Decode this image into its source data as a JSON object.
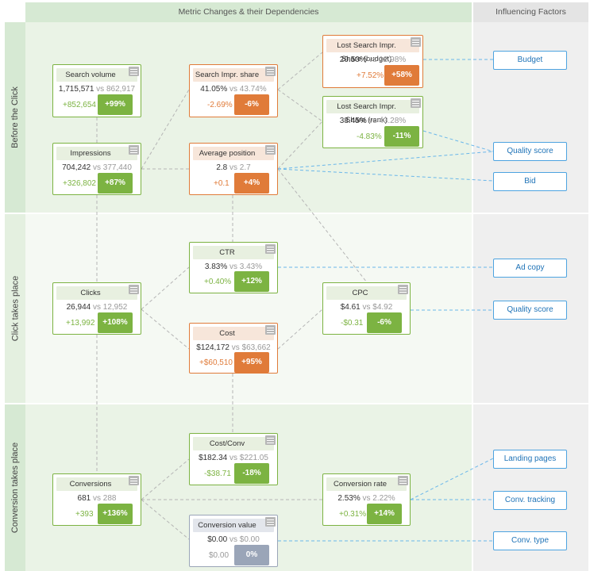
{
  "header": {
    "main_title": "Metric Changes & their Dependencies",
    "factors_title": "Influencing Factors"
  },
  "sections": {
    "before": "Before the Click",
    "click": "Click takes place",
    "conversion": "Conversion takes place"
  },
  "colors": {
    "positive": "#7cb342",
    "negative": "#e07b39",
    "neutral": "#9aa5b8",
    "factor": "#4da3e0"
  },
  "metrics": {
    "search_volume": {
      "title": "Search volume",
      "current": "1,715,571",
      "vs": "vs",
      "previous": "862,917",
      "delta": "+852,654",
      "pct": "+99%"
    },
    "impressions": {
      "title": "Impressions",
      "current": "704,242",
      "vs": "vs",
      "previous": "377,440",
      "delta": "+326,802",
      "pct": "+87%"
    },
    "search_impr_share": {
      "title": "Search Impr. share",
      "current": "41.05%",
      "vs": "vs",
      "previous": "43.74%",
      "delta": "-2.69%",
      "pct": "-6%"
    },
    "average_position": {
      "title": "Average position",
      "current": "2.8",
      "vs": "vs",
      "previous": "2.7",
      "delta": "+0.1",
      "pct": "+4%"
    },
    "lost_budget": {
      "title": "Lost Search Impr. Share (budget)",
      "current": "20.50%",
      "vs": "vs",
      "previous": "12.98%",
      "delta": "+7.52%",
      "pct": "+58%"
    },
    "lost_rank": {
      "title": "Lost Search Impr. Share (rank)",
      "current": "38.45%",
      "vs": "vs",
      "previous": "43.28%",
      "delta": "-4.83%",
      "pct": "-11%"
    },
    "clicks": {
      "title": "Clicks",
      "current": "26,944",
      "vs": "vs",
      "previous": "12,952",
      "delta": "+13,992",
      "pct": "+108%"
    },
    "ctr": {
      "title": "CTR",
      "current": "3.83%",
      "vs": "vs",
      "previous": "3.43%",
      "delta": "+0.40%",
      "pct": "+12%"
    },
    "cost": {
      "title": "Cost",
      "current": "$124,172",
      "vs": "vs",
      "previous": "$63,662",
      "delta": "+$60,510",
      "pct": "+95%"
    },
    "cpc": {
      "title": "CPC",
      "current": "$4.61",
      "vs": "vs",
      "previous": "$4.92",
      "delta": "-$0.31",
      "pct": "-6%"
    },
    "cost_conv": {
      "title": "Cost/Conv",
      "current": "$182.34",
      "vs": "vs",
      "previous": "$221.05",
      "delta": "-$38.71",
      "pct": "-18%"
    },
    "conversions": {
      "title": "Conversions",
      "current": "681",
      "vs": "vs",
      "previous": "288",
      "delta": "+393",
      "pct": "+136%"
    },
    "conversion_rate": {
      "title": "Conversion rate",
      "current": "2.53%",
      "vs": "vs",
      "previous": "2.22%",
      "delta": "+0.31%",
      "pct": "+14%"
    },
    "conversion_value": {
      "title": "Conversion value",
      "current": "$0.00",
      "vs": "vs",
      "previous": "$0.00",
      "delta": "$0.00",
      "pct": "0%"
    }
  },
  "factors": {
    "budget": "Budget",
    "quality_score_1": "Quality score",
    "bid": "Bid",
    "ad_copy": "Ad copy",
    "quality_score_2": "Quality score",
    "landing_pages": "Landing pages",
    "conv_tracking": "Conv. tracking",
    "conv_type": "Conv. type"
  }
}
